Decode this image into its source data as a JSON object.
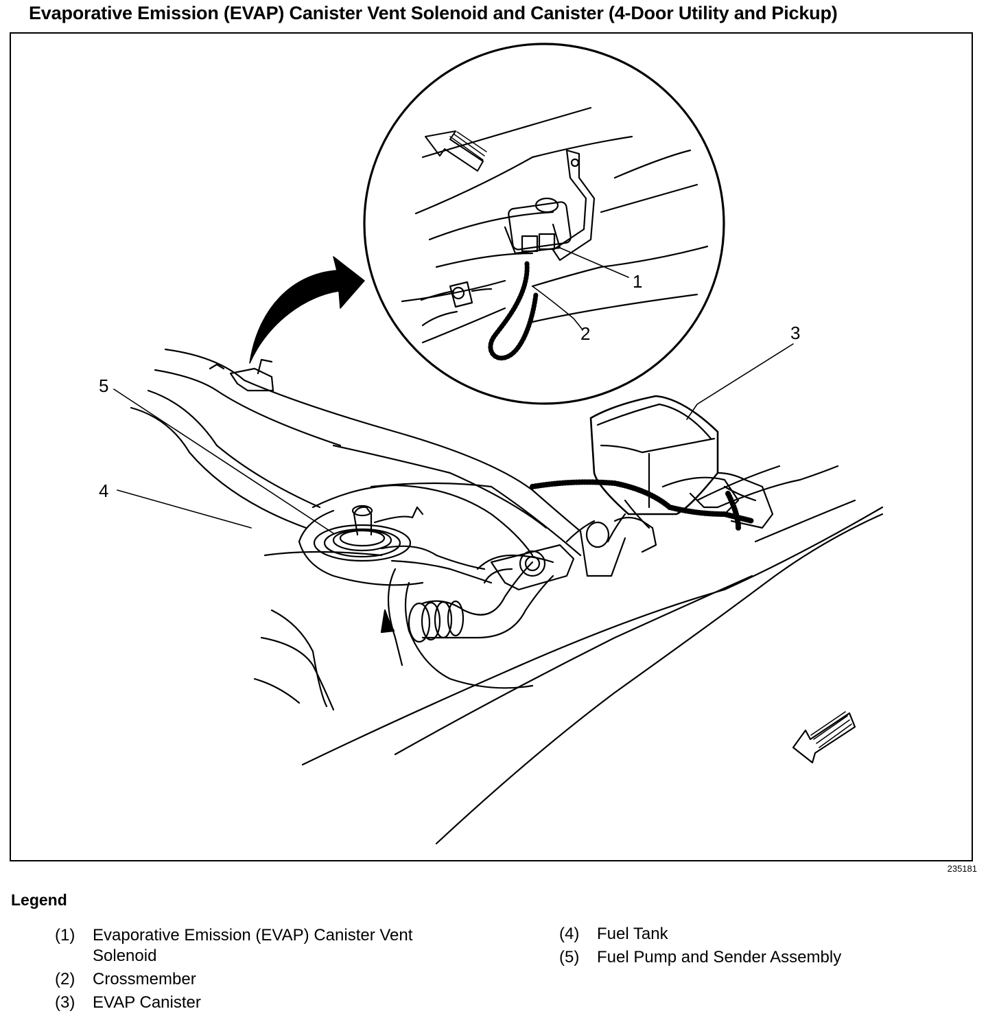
{
  "title": "Evaporative Emission (EVAP) Canister Vent Solenoid and Canister (4-Door Utility and Pickup)",
  "figure_id": "235181",
  "callouts": [
    "1",
    "2",
    "3",
    "4",
    "5"
  ],
  "legend": {
    "heading": "Legend",
    "items": [
      {
        "num": "(1)",
        "text": "Evaporative Emission (EVAP) Canister Vent Solenoid"
      },
      {
        "num": "(2)",
        "text": "Crossmember"
      },
      {
        "num": "(3)",
        "text": "EVAP Canister"
      },
      {
        "num": "(4)",
        "text": "Fuel Tank"
      },
      {
        "num": "(5)",
        "text": "Fuel Pump and Sender Assembly"
      }
    ]
  }
}
